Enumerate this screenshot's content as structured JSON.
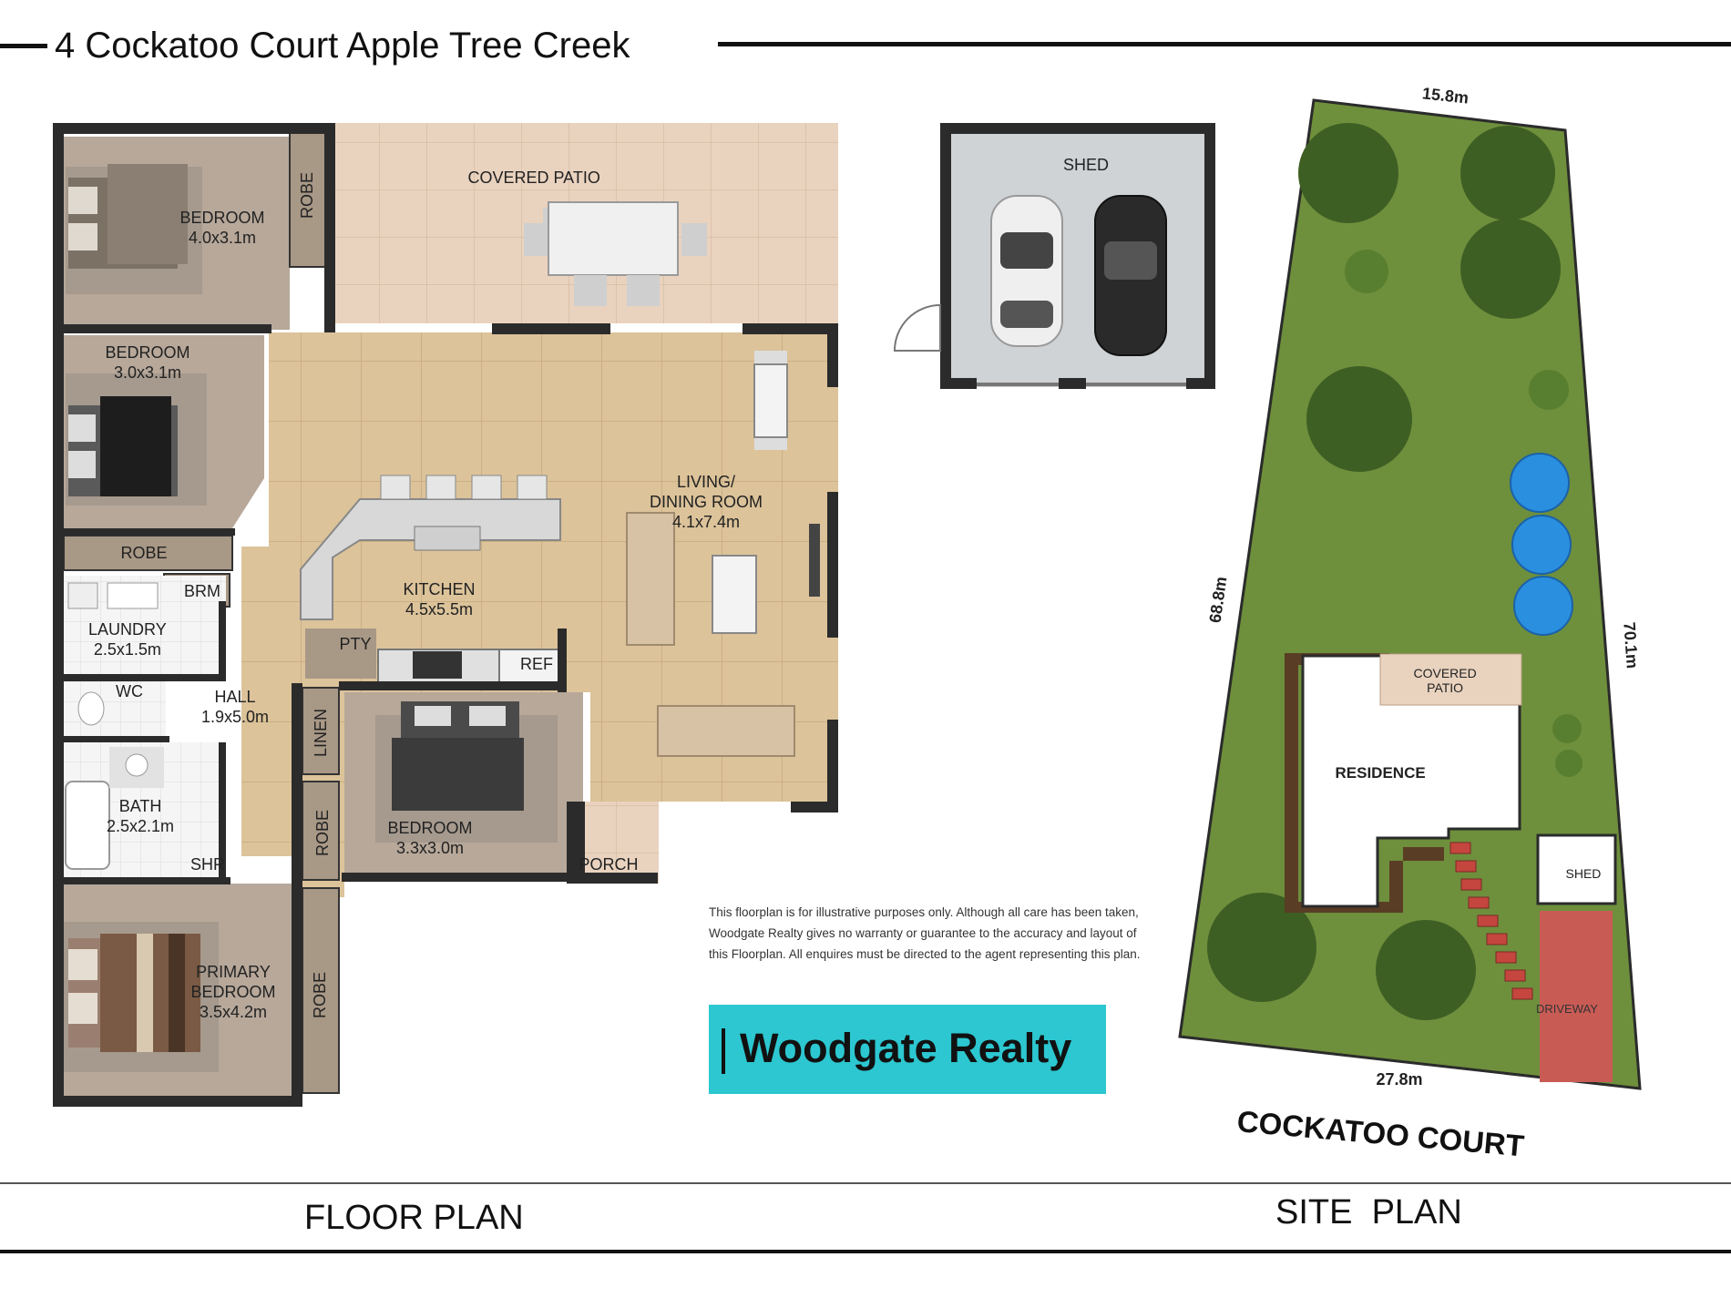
{
  "title": "4 Cockatoo Court Apple Tree Creek",
  "floor_plan": {
    "heading": "FLOOR PLAN",
    "rooms": {
      "bedroom_a": {
        "name": "BEDROOM",
        "size": "4.0x3.1m"
      },
      "bedroom_b": {
        "name": "BEDROOM",
        "size": "3.0x3.1m"
      },
      "covered_patio": {
        "name": "COVERED PATIO"
      },
      "living_dining": {
        "name_line1": "LIVING/",
        "name_line2": "DINING ROOM",
        "size": "4.1x7.4m"
      },
      "kitchen": {
        "name": "KITCHEN",
        "size": "4.5x5.5m"
      },
      "laundry": {
        "name": "LAUNDRY",
        "size": "2.5x1.5m"
      },
      "hall": {
        "name": "HALL",
        "size": "1.9x5.0m"
      },
      "bath": {
        "name": "BATH",
        "size": "2.5x2.1m"
      },
      "bedroom_c": {
        "name": "BEDROOM",
        "size": "3.3x3.0m"
      },
      "primary_bedroom": {
        "name_line1": "PRIMARY",
        "name_line2": "BEDROOM",
        "size": "3.5x4.2m"
      }
    },
    "fixtures": {
      "robe": "ROBE",
      "brm": "BRM",
      "wc": "WC",
      "pty": "PTY",
      "ref": "REF",
      "linen": "LINEN",
      "shr": "SHR",
      "porch": "PORCH"
    }
  },
  "shed": {
    "name": "SHED"
  },
  "site_plan": {
    "heading": "SITE  PLAN",
    "street": "COCKATOO COURT",
    "dimensions": {
      "top": "15.8m",
      "left": "68.8m",
      "right": "70.1m",
      "bottom": "27.8m"
    },
    "labels": {
      "covered_patio_line1": "COVERED",
      "covered_patio_line2": "PATIO",
      "residence": "RESIDENCE",
      "shed": "SHED",
      "driveway": "DRIVEWAY"
    }
  },
  "disclaimer": "This floorplan is for illustrative purposes only. Although all care has been taken, Woodgate Realty gives no warranty or guarantee to the accuracy and layout of this Floorplan. All enquires must be directed to the agent representing this plan.",
  "brand": "Woodgate Realty",
  "colors": {
    "wall": "#2b2b2b",
    "tile": "#dcc39a",
    "carpet": "#b7a89a",
    "patio": "#e9d3bf",
    "lawn": "#6e8f3c",
    "brand_box": "#2cc7d0"
  }
}
